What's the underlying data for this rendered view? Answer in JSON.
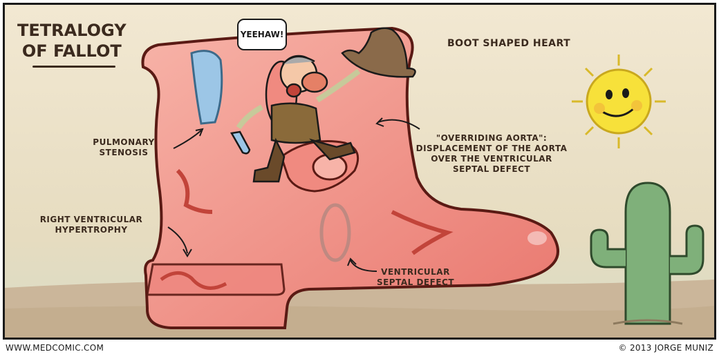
{
  "comic": {
    "title": "TETRALOGY\nOF FALLOT",
    "subtitle": "BOOT SHAPED HEART",
    "speech_bubble": "YEEHAW!",
    "labels": {
      "pulmonary_stenosis": "PULMONARY\nSTENOSIS",
      "overriding_aorta": "\"OVERRIDING AORTA\":\nDISPLACEMENT OF THE AORTA\nOVER THE VENTRICULAR\nSEPTAL DEFECT",
      "right_ventricular_hypertrophy": "RIGHT VENTRICULAR\nHYPERTROPHY",
      "ventricular_septal_defect": "VENTRICULAR\nSEPTAL DEFECT"
    }
  },
  "footer": {
    "website": "WWW.MEDCOMIC.COM",
    "copyright": "© 2013 JORGE MUNIZ"
  },
  "colors": {
    "sky": "#efe5cc",
    "ground": "#cbb69a",
    "boot": "#ef9089",
    "boot_outline": "#5a1a14",
    "cactus": "#7fb07a",
    "sun": "#f7e13a",
    "text": "#3b2a1e"
  }
}
